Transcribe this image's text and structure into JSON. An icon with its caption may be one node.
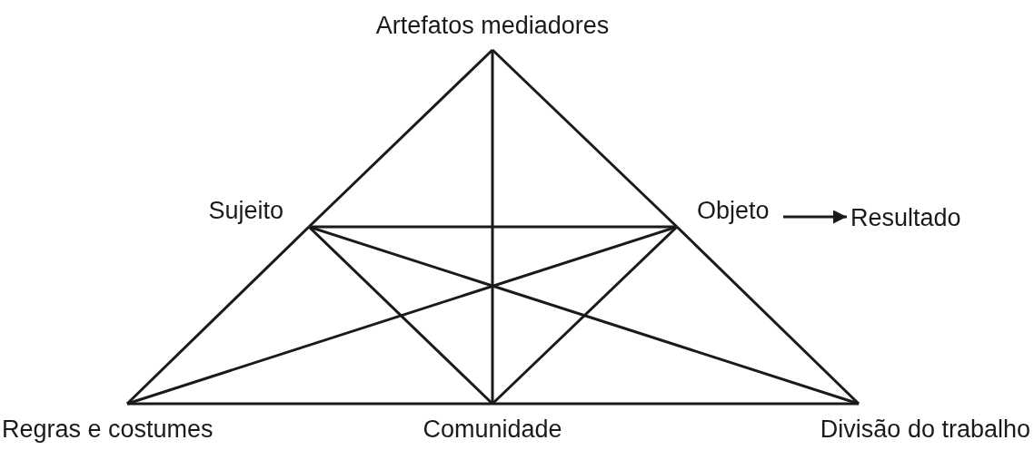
{
  "diagram": {
    "nodes": [
      {
        "text": [
          "Artefatos mediadores"
        ]
      },
      {
        "text": [
          "Sujeito"
        ]
      },
      {
        "text": [
          "Objeto"
        ]
      },
      {
        "text": [
          "Resultado"
        ]
      },
      {
        "text": [
          "Regras e costumes"
        ]
      },
      {
        "text": [
          "Comunidade"
        ]
      },
      {
        "text": [
          "Divisão do trabalho"
        ]
      }
    ],
    "edges": [
      {
        "from": 0,
        "to": 1,
        "arrow": "none"
      },
      {
        "from": 1,
        "to": 4,
        "arrow": "none"
      },
      {
        "from": 0,
        "to": 2,
        "arrow": "none"
      },
      {
        "from": 2,
        "to": 6,
        "arrow": "none"
      },
      {
        "from": 0,
        "to": 5,
        "arrow": "none"
      },
      {
        "from": 1,
        "to": 2,
        "arrow": "none"
      },
      {
        "from": 1,
        "to": 5,
        "arrow": "none"
      },
      {
        "from": 2,
        "to": 5,
        "arrow": "none"
      },
      {
        "from": 1,
        "to": 6,
        "arrow": "none"
      },
      {
        "from": 2,
        "to": 4,
        "arrow": "none"
      },
      {
        "from": 4,
        "to": 5,
        "arrow": "none"
      },
      {
        "from": 5,
        "to": 6,
        "arrow": "none"
      },
      {
        "from": 2,
        "to": 3,
        "arrow": "to"
      }
    ]
  }
}
